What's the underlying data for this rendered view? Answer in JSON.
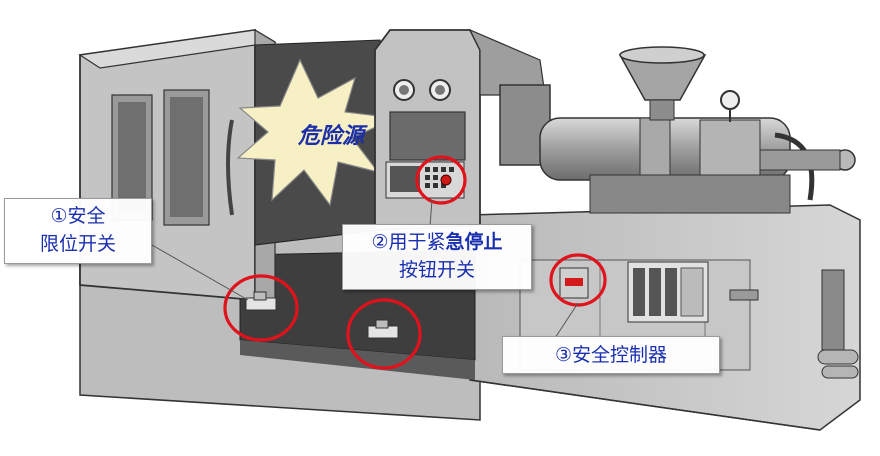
{
  "hazard_label": "危险源",
  "callouts": {
    "limit_switch": {
      "number": "①",
      "line1": "安全",
      "line2": "限位开关"
    },
    "estop": {
      "number": "②",
      "line1_regular": "用于紧",
      "line1_bold": "急停止",
      "line2": "按钮开关"
    },
    "controller": {
      "number": "③",
      "label": "安全控制器"
    }
  },
  "colors": {
    "marker_ring": "#e0121c",
    "callout_text": "#1a2fb0",
    "burst_fill": "#f6f0c4"
  }
}
